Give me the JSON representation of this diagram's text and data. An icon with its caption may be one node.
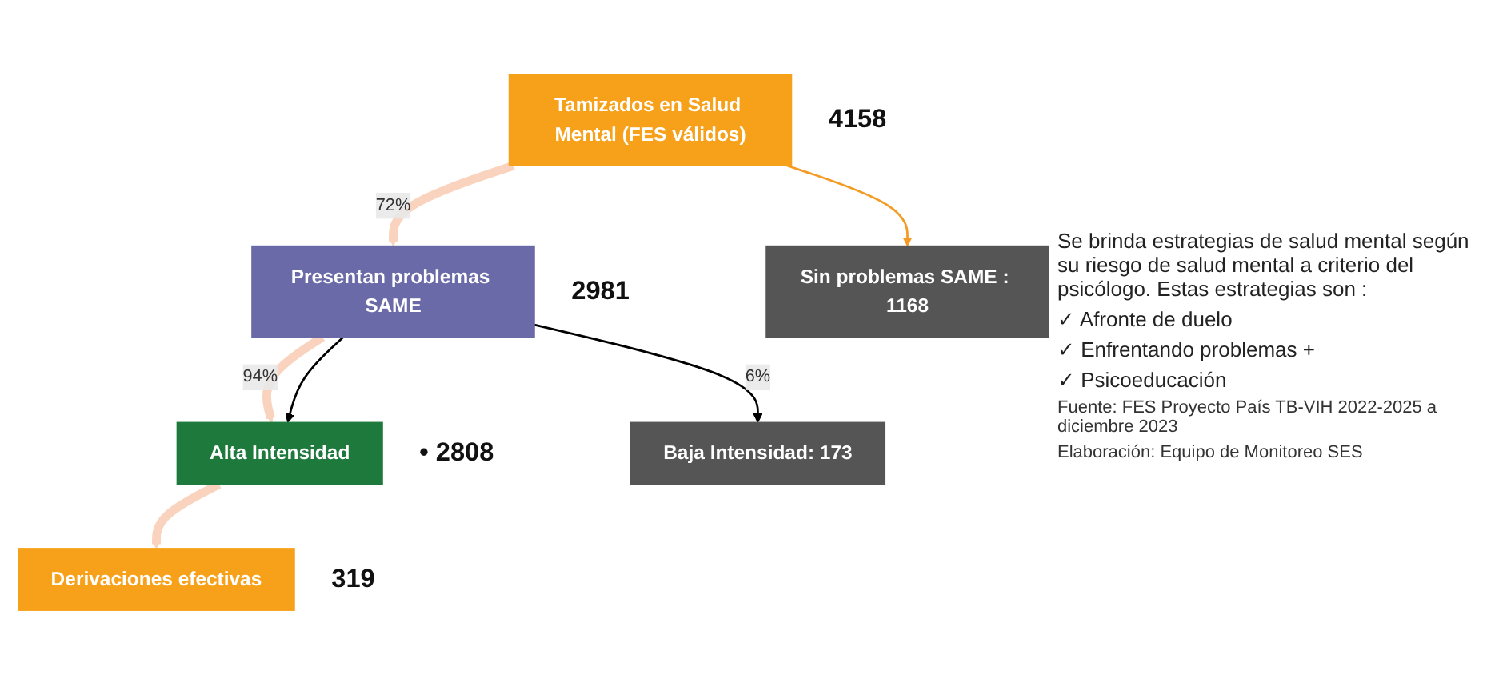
{
  "diagram": {
    "nodes": [
      {
        "text": [
          "Tamizados en Salud Mental (FES válidos)"
        ],
        "beside": [
          "4158"
        ]
      },
      {
        "text": [
          "Presentan problemas SAME"
        ],
        "beside": [
          "2981"
        ]
      },
      {
        "text": [
          "Alta Intensidad"
        ],
        "beside": [
          "• 2808"
        ]
      },
      {
        "text": [
          "Baja Intensidad: 173"
        ]
      },
      {
        "text": [
          "Sin problemas SAME : 1168"
        ]
      },
      {
        "text": [
          "Derivaciones efectivas"
        ],
        "beside": [
          "319"
        ]
      }
    ],
    "edges": [
      {
        "from": 0,
        "to": 1,
        "arrow": "to",
        "label": "72%",
        "style": "thick",
        "color": "#f9d3bd"
      },
      {
        "from": 1,
        "to": 2,
        "arrow": "to",
        "label": "94%",
        "style": "thick",
        "color": "#f9d3bd"
      },
      {
        "from": 2,
        "to": 5,
        "arrow": "to",
        "style": "thick",
        "color": "#f9d3bd"
      },
      {
        "from": 1,
        "to": 2,
        "arrow": "to",
        "color": "#000000"
      },
      {
        "from": 1,
        "to": 3,
        "arrow": "to",
        "label": "6%",
        "color": "#000000"
      },
      {
        "from": 0,
        "to": 4,
        "arrow": "to",
        "color": "#f59a23"
      }
    ],
    "labels": [
      "Se brinda estrategias de salud mental según su riesgo de salud mental a criterio del psicólogo. Estas estrategias son :",
      "✓ Afronte de duelo",
      "✓ Enfrentando problemas +",
      "✓ Psicoeducación",
      "Fuente: FES Proyecto País TB-VIH 2022-2025 a diciembre 2023",
      "Elaboración: Equipo de Monitoreo SES"
    ]
  }
}
